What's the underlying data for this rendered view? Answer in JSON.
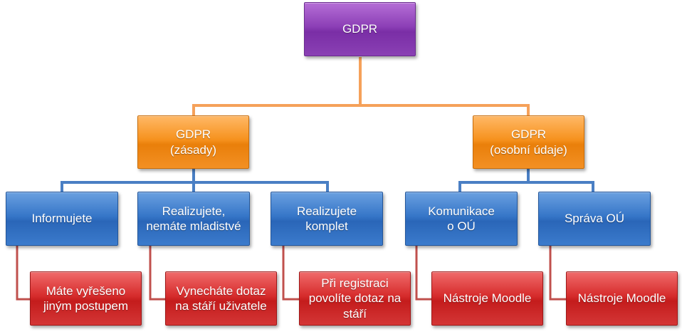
{
  "root": {
    "label": "GDPR"
  },
  "mid_left": {
    "label": "GDPR\n(zásady)"
  },
  "mid_right": {
    "label": "GDPR\n(osobní údaje)"
  },
  "leaf_1": {
    "label": "Informujete"
  },
  "leaf_2": {
    "label": "Realizujete,\nnemáte mladistvé"
  },
  "leaf_3": {
    "label": "Realizujete\nkomplet"
  },
  "leaf_4": {
    "label": "Komunikace\no OÚ"
  },
  "leaf_5": {
    "label": "Správa OÚ"
  },
  "detail_1": {
    "label": "Máte vyřešeno\njiným postupem"
  },
  "detail_2": {
    "label": "Vynecháte dotaz\nna stáří uživatele"
  },
  "detail_3": {
    "label": "Při registraci\npovolíte dotaz na\nstáří"
  },
  "detail_4": {
    "label": "Nástroje Moodle"
  },
  "detail_5": {
    "label": "Nástroje Moodle"
  },
  "colors": {
    "root": "#8c3fb6",
    "mid": "#f6921e",
    "leaf": "#3676c8",
    "detail": "#d62c2c",
    "connector_root": "#f5a15a",
    "connector_mid": "#4a7fc4",
    "connector_leaf": "#c0504d"
  }
}
